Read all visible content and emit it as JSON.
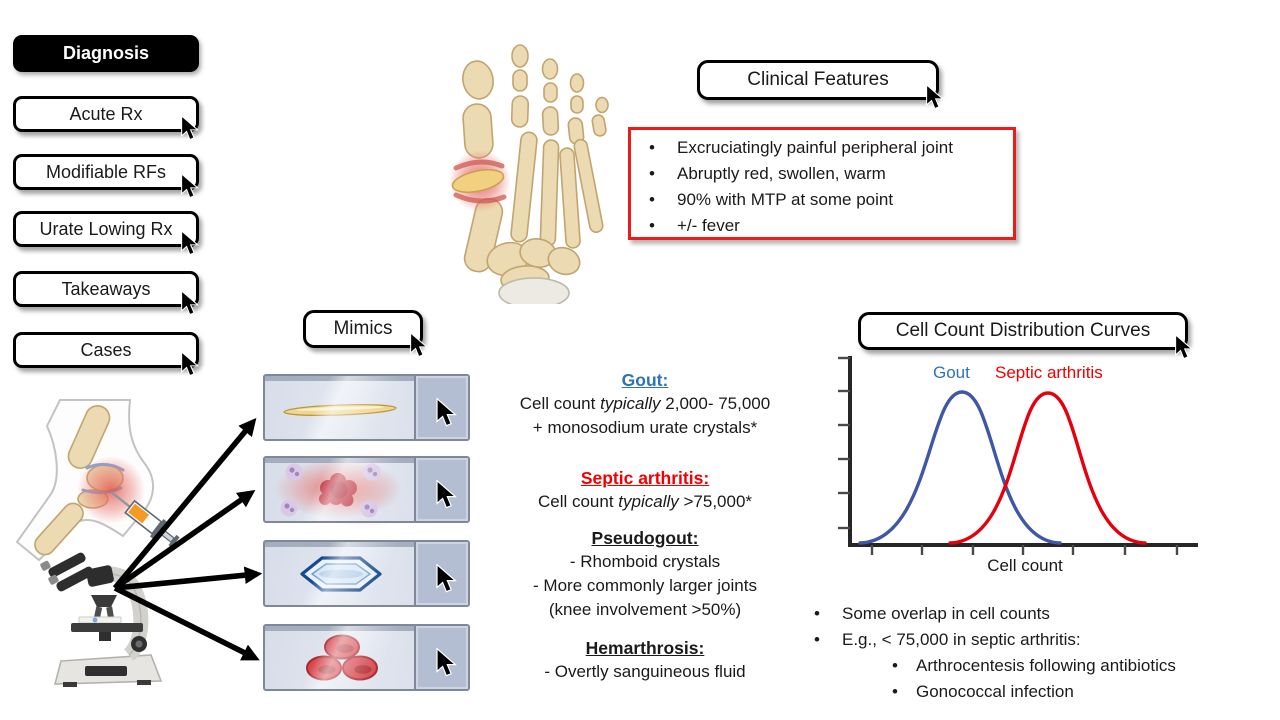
{
  "glyphs": {
    "bullet": "•"
  },
  "colors": {
    "red_accent": "#EE1B1B",
    "heading_blue": "#2E74B5",
    "heading_red": "#F00000",
    "curve_blue": "#3F57A7",
    "curve_red": "#E6000E"
  },
  "sidebar": {
    "title": "Diagnosis",
    "items": [
      {
        "label": "Acute Rx"
      },
      {
        "label": "Modifiable RFs"
      },
      {
        "label": "Urate Lowing Rx"
      },
      {
        "label": "Takeaways"
      },
      {
        "label": "Cases"
      }
    ]
  },
  "clinical_features": {
    "title": "Clinical Features",
    "bullets": [
      "Excruciatingly painful peripheral joint",
      "Abruptly red, swollen, warm",
      "90% with MTP at some point",
      "+/- fever"
    ]
  },
  "mimics": {
    "title": "Mimics"
  },
  "findings": {
    "gout": {
      "heading": "Gout:",
      "l1a": "Cell count ",
      "l1b": "typically",
      "l1c": " 2,000- 75,000",
      "l2": "+ monosodium urate crystals*"
    },
    "septic": {
      "heading": "Septic arthritis:",
      "l1a": "Cell count ",
      "l1b": "typically",
      "l1c": " >75,000*"
    },
    "pseudogout": {
      "heading": "Pseudogout:",
      "l1": "- Rhomboid crystals",
      "l2": "- More commonly larger joints",
      "l3": "(knee involvement >50%)"
    },
    "hemarthrosis": {
      "heading": "Hemarthrosis:",
      "l1": "- Overtly sanguineous fluid"
    }
  },
  "distribution": {
    "title": "Cell Count Distribution Curves",
    "legend": {
      "gout": "Gout",
      "septic": "Septic arthritis"
    },
    "xlabel": "Cell count"
  },
  "chart_data": {
    "type": "line",
    "title": "Cell Count Distribution Curves",
    "xlabel": "Cell count",
    "ylabel": "",
    "x_tick_labels": [],
    "y_tick_labels": [],
    "x_ticks_count": 7,
    "y_ticks_count": 6,
    "legend_position": "top",
    "series": [
      {
        "name": "Gout",
        "color": "#3F57A7",
        "shape": "normal distribution",
        "peak_x_fraction": 0.32,
        "peak_height_fraction": 0.85,
        "sd_fraction": 0.09
      },
      {
        "name": "Septic arthritis",
        "color": "#E6000E",
        "shape": "normal distribution",
        "peak_x_fraction": 0.57,
        "peak_height_fraction": 0.85,
        "sd_fraction": 0.1
      }
    ],
    "annotations": [
      "Gout curve peaks at lower cell counts; septic arthritis peaks higher; the two curves overlap in the middle"
    ]
  },
  "notes": {
    "bullets": [
      {
        "level": 1,
        "text": "Some overlap in cell counts"
      },
      {
        "level": 1,
        "text": "E.g., < 75,000 in septic arthritis:"
      },
      {
        "level": 2,
        "text": "Arthrocentesis following antibiotics"
      },
      {
        "level": 2,
        "text": "Gonococcal infection"
      }
    ]
  },
  "figures": {
    "foot": "foot-skeleton-with-inflamed-first-mtp-joint",
    "knee": "knee-joint-arthrocentesis-syringe",
    "microscope": "light-microscope",
    "slides": [
      {
        "name": "needle-crystal-slide"
      },
      {
        "name": "septic-fluid-slide"
      },
      {
        "name": "rhomboid-crystal-slide"
      },
      {
        "name": "red-blood-cells-slide"
      }
    ]
  }
}
